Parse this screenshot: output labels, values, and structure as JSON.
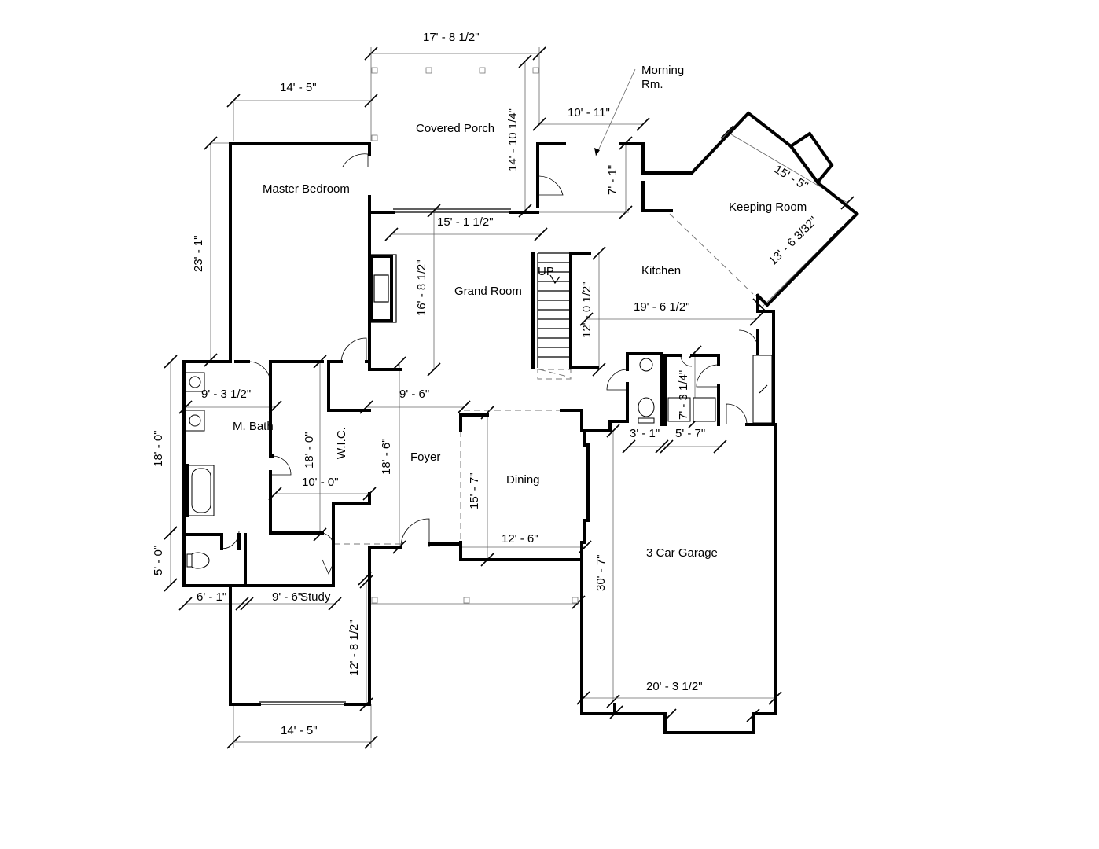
{
  "rooms": {
    "covered_porch": "Covered Porch",
    "morning_rm_line1": "Morning",
    "morning_rm_line2": "Rm.",
    "master_bedroom": "Master Bedroom",
    "keeping_room": "Keeping Room",
    "grand_room": "Grand Room",
    "kitchen": "Kitchen",
    "up": "UP",
    "m_bath": "M. Bath",
    "wic": "W.I.C.",
    "foyer": "Foyer",
    "dining": "Dining",
    "garage": "3 Car Garage",
    "study": "Study"
  },
  "dimensions": {
    "porch_width": "17' - 8 1/2\"",
    "master_top": "14' - 5\"",
    "porch_depth": "14' - 10 1/4\"",
    "morning_width": "10' - 11\"",
    "morning_depth": "7' - 1\"",
    "keeping_width": "15' - 5\"",
    "keeping_depth": "13' - 6 3/32\"",
    "master_depth": "23' - 1\"",
    "grand_width": "15' - 1 1/2\"",
    "grand_depth": "16' - 8 1/2\"",
    "kitchen_width": "19' - 6 1/2\"",
    "kitchen_depth": "12' - 0 1/2\"",
    "bath_width": "9' - 3 1/2\"",
    "foyer_width": "9' - 6\"",
    "bath_depth": "18' - 0\"",
    "wic_depth": "18' - 0\"",
    "foyer_depth": "18' - 6\"",
    "wic_width": "10' - 0\"",
    "dining_depth": "15' - 7\"",
    "dining_width": "12' - 6\"",
    "laundry_depth": "7' - 3 1/4\"",
    "powder_width": "3' - 1\"",
    "laundry_width": "5' - 7\"",
    "wc_depth": "5' - 0\"",
    "wc_width": "6' - 1\"",
    "study_width_top": "9' - 6\"",
    "study_depth": "12' - 8 1/2\"",
    "study_width_bottom": "14' - 5\"",
    "garage_depth": "30' - 7\"",
    "garage_width": "20' - 3 1/2\""
  }
}
